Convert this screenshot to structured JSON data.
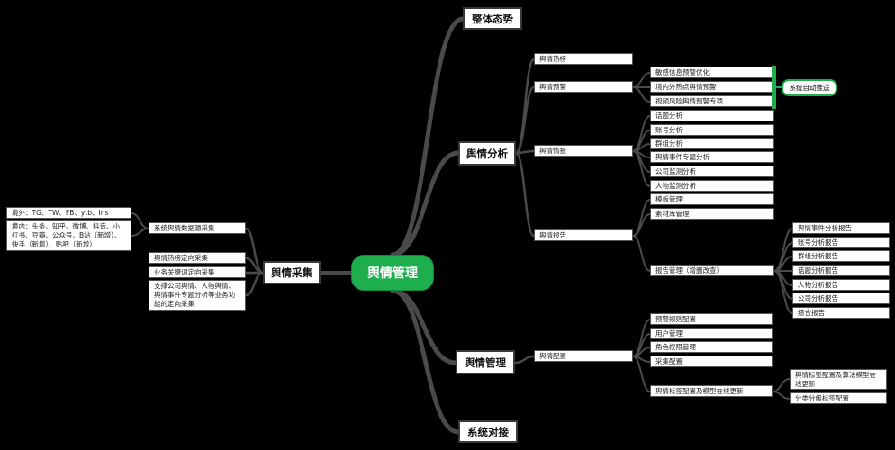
{
  "root": "舆情管理",
  "branches": {
    "overview": "整体态势",
    "analysis": "舆情分析",
    "management": "舆情管理",
    "integration": "系统对接",
    "collection": "舆情采集"
  },
  "analysis": {
    "hot_list": "舆情热榜",
    "warning": "舆情预警",
    "intel": "舆情情报",
    "report": "舆情报告",
    "warning_items": [
      "敏感信息预警优化",
      "境内外热点舆情预警",
      "视频风险舆情预警专项"
    ],
    "auto_push": "系统自动推送",
    "intel_items": [
      "话题分析",
      "账号分析",
      "群组分析",
      "舆情事件专题分析",
      "公司监测分析",
      "人物监测分析"
    ],
    "report_items": [
      "模板管理",
      "素材库管理",
      "报告管理（增删改查）"
    ],
    "report_mgmt_items": [
      "舆情事件分析报告",
      "账号分析报告",
      "群组分析报告",
      "话题分析报告",
      "人物分析报告",
      "公司分析报告",
      "综合报告"
    ]
  },
  "management": {
    "config": "舆情配置",
    "config_items": [
      "预警规则配置",
      "用户管理",
      "角色权限管理",
      "采集配置",
      "舆情标签配置及模型在线更新"
    ],
    "tag_items": [
      "舆情标签配置及算法模型在线更新",
      "分类分级标签配置"
    ]
  },
  "collection": {
    "system_collect": "系统舆情数据源采集",
    "hot_collect": "舆情热榜定向采集",
    "keyword_collect": "业务关键词定向采集",
    "support_collect": "支撑公司舆情、人物舆情、舆情事件专题分析等业务功能的定向采集",
    "sources_foreign": "境外：TG、TW、FB、ytb、Ins",
    "sources_domestic": "境内：头条、知乎、微博、抖音、小红书、豆瓣、公众号、B站（新增）、快手（新增）、贴吧（新增）"
  }
}
